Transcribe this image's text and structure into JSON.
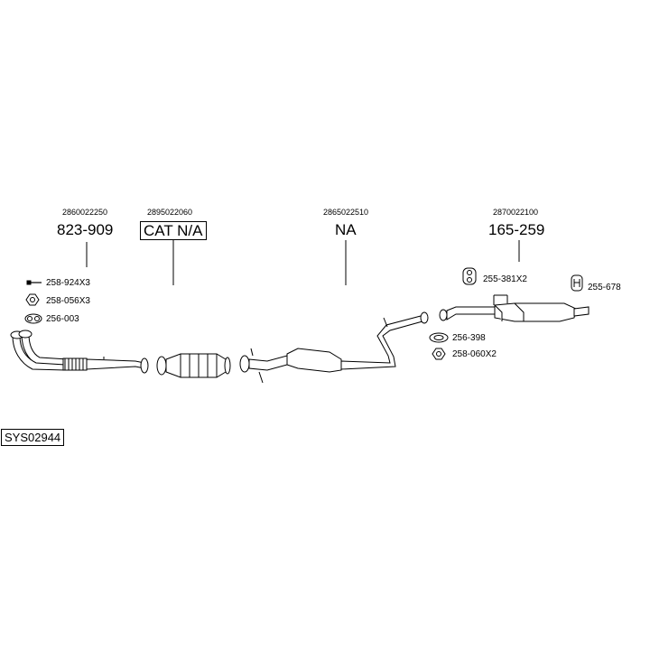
{
  "groups": [
    {
      "oem": "2860022250",
      "part": "823-909"
    },
    {
      "oem": "2895022060",
      "part": "CAT N/A"
    },
    {
      "oem": "2865022510",
      "part": "NA"
    },
    {
      "oem": "2870022100",
      "part": "165-259"
    }
  ],
  "fittings": [
    {
      "label": "258-924X3",
      "icon": "bolt-icon"
    },
    {
      "label": "258-056X3",
      "icon": "nut-icon"
    },
    {
      "label": "256-003",
      "icon": "gasket-icon"
    },
    {
      "label": "255-381X2",
      "icon": "rubber-hanger-icon"
    },
    {
      "label": "255-678",
      "icon": "hanger-h-icon"
    },
    {
      "label": "256-398",
      "icon": "ring-gasket-icon"
    },
    {
      "label": "258-060X2",
      "icon": "nut-icon"
    }
  ],
  "system_code": "SYS02944"
}
